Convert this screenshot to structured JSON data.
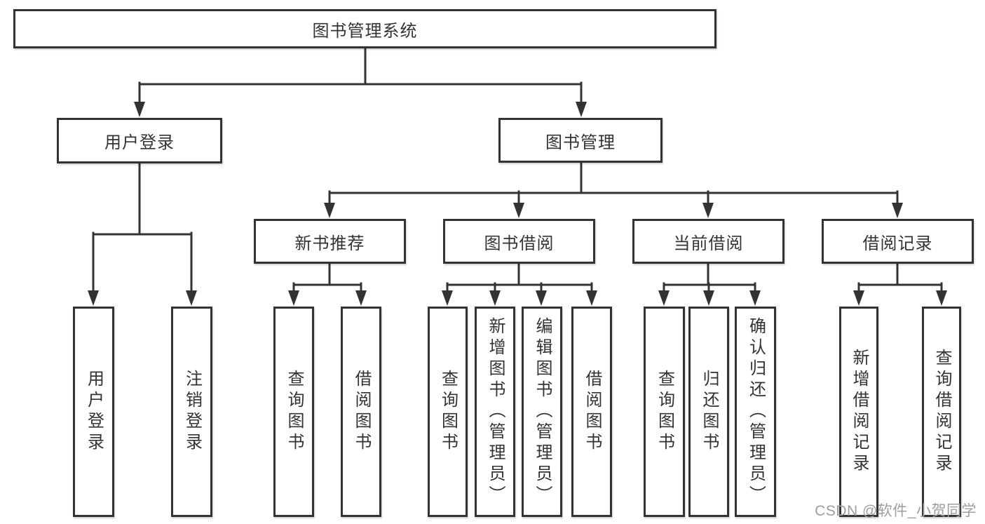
{
  "tree": {
    "label": "图书管理系统",
    "children": [
      {
        "label": "用户登录",
        "children": [
          {
            "label": "用户登录"
          },
          {
            "label": "注销登录"
          }
        ]
      },
      {
        "label": "图书管理",
        "children": [
          {
            "label": "新书推荐",
            "children": [
              {
                "label": "查询图书"
              },
              {
                "label": "借阅图书"
              }
            ]
          },
          {
            "label": "图书借阅",
            "children": [
              {
                "label": "查询图书"
              },
              {
                "label": "新增图书（管理员）"
              },
              {
                "label": "编辑图书（管理员）"
              },
              {
                "label": "借阅图书"
              }
            ]
          },
          {
            "label": "当前借阅",
            "children": [
              {
                "label": "查询图书"
              },
              {
                "label": "归还图书"
              },
              {
                "label": "确认归还（管理员）"
              }
            ]
          },
          {
            "label": "借阅记录",
            "children": [
              {
                "label": "新增借阅记录"
              },
              {
                "label": "查询借阅记录"
              }
            ]
          }
        ]
      }
    ]
  },
  "watermark": {
    "text": "CSDN @软件_小贺同学"
  },
  "colors": {
    "line": "#333333",
    "text": "#333333",
    "box_fill": "#ffffff",
    "background": "#ffffff",
    "watermark": "#9e9e9e"
  }
}
